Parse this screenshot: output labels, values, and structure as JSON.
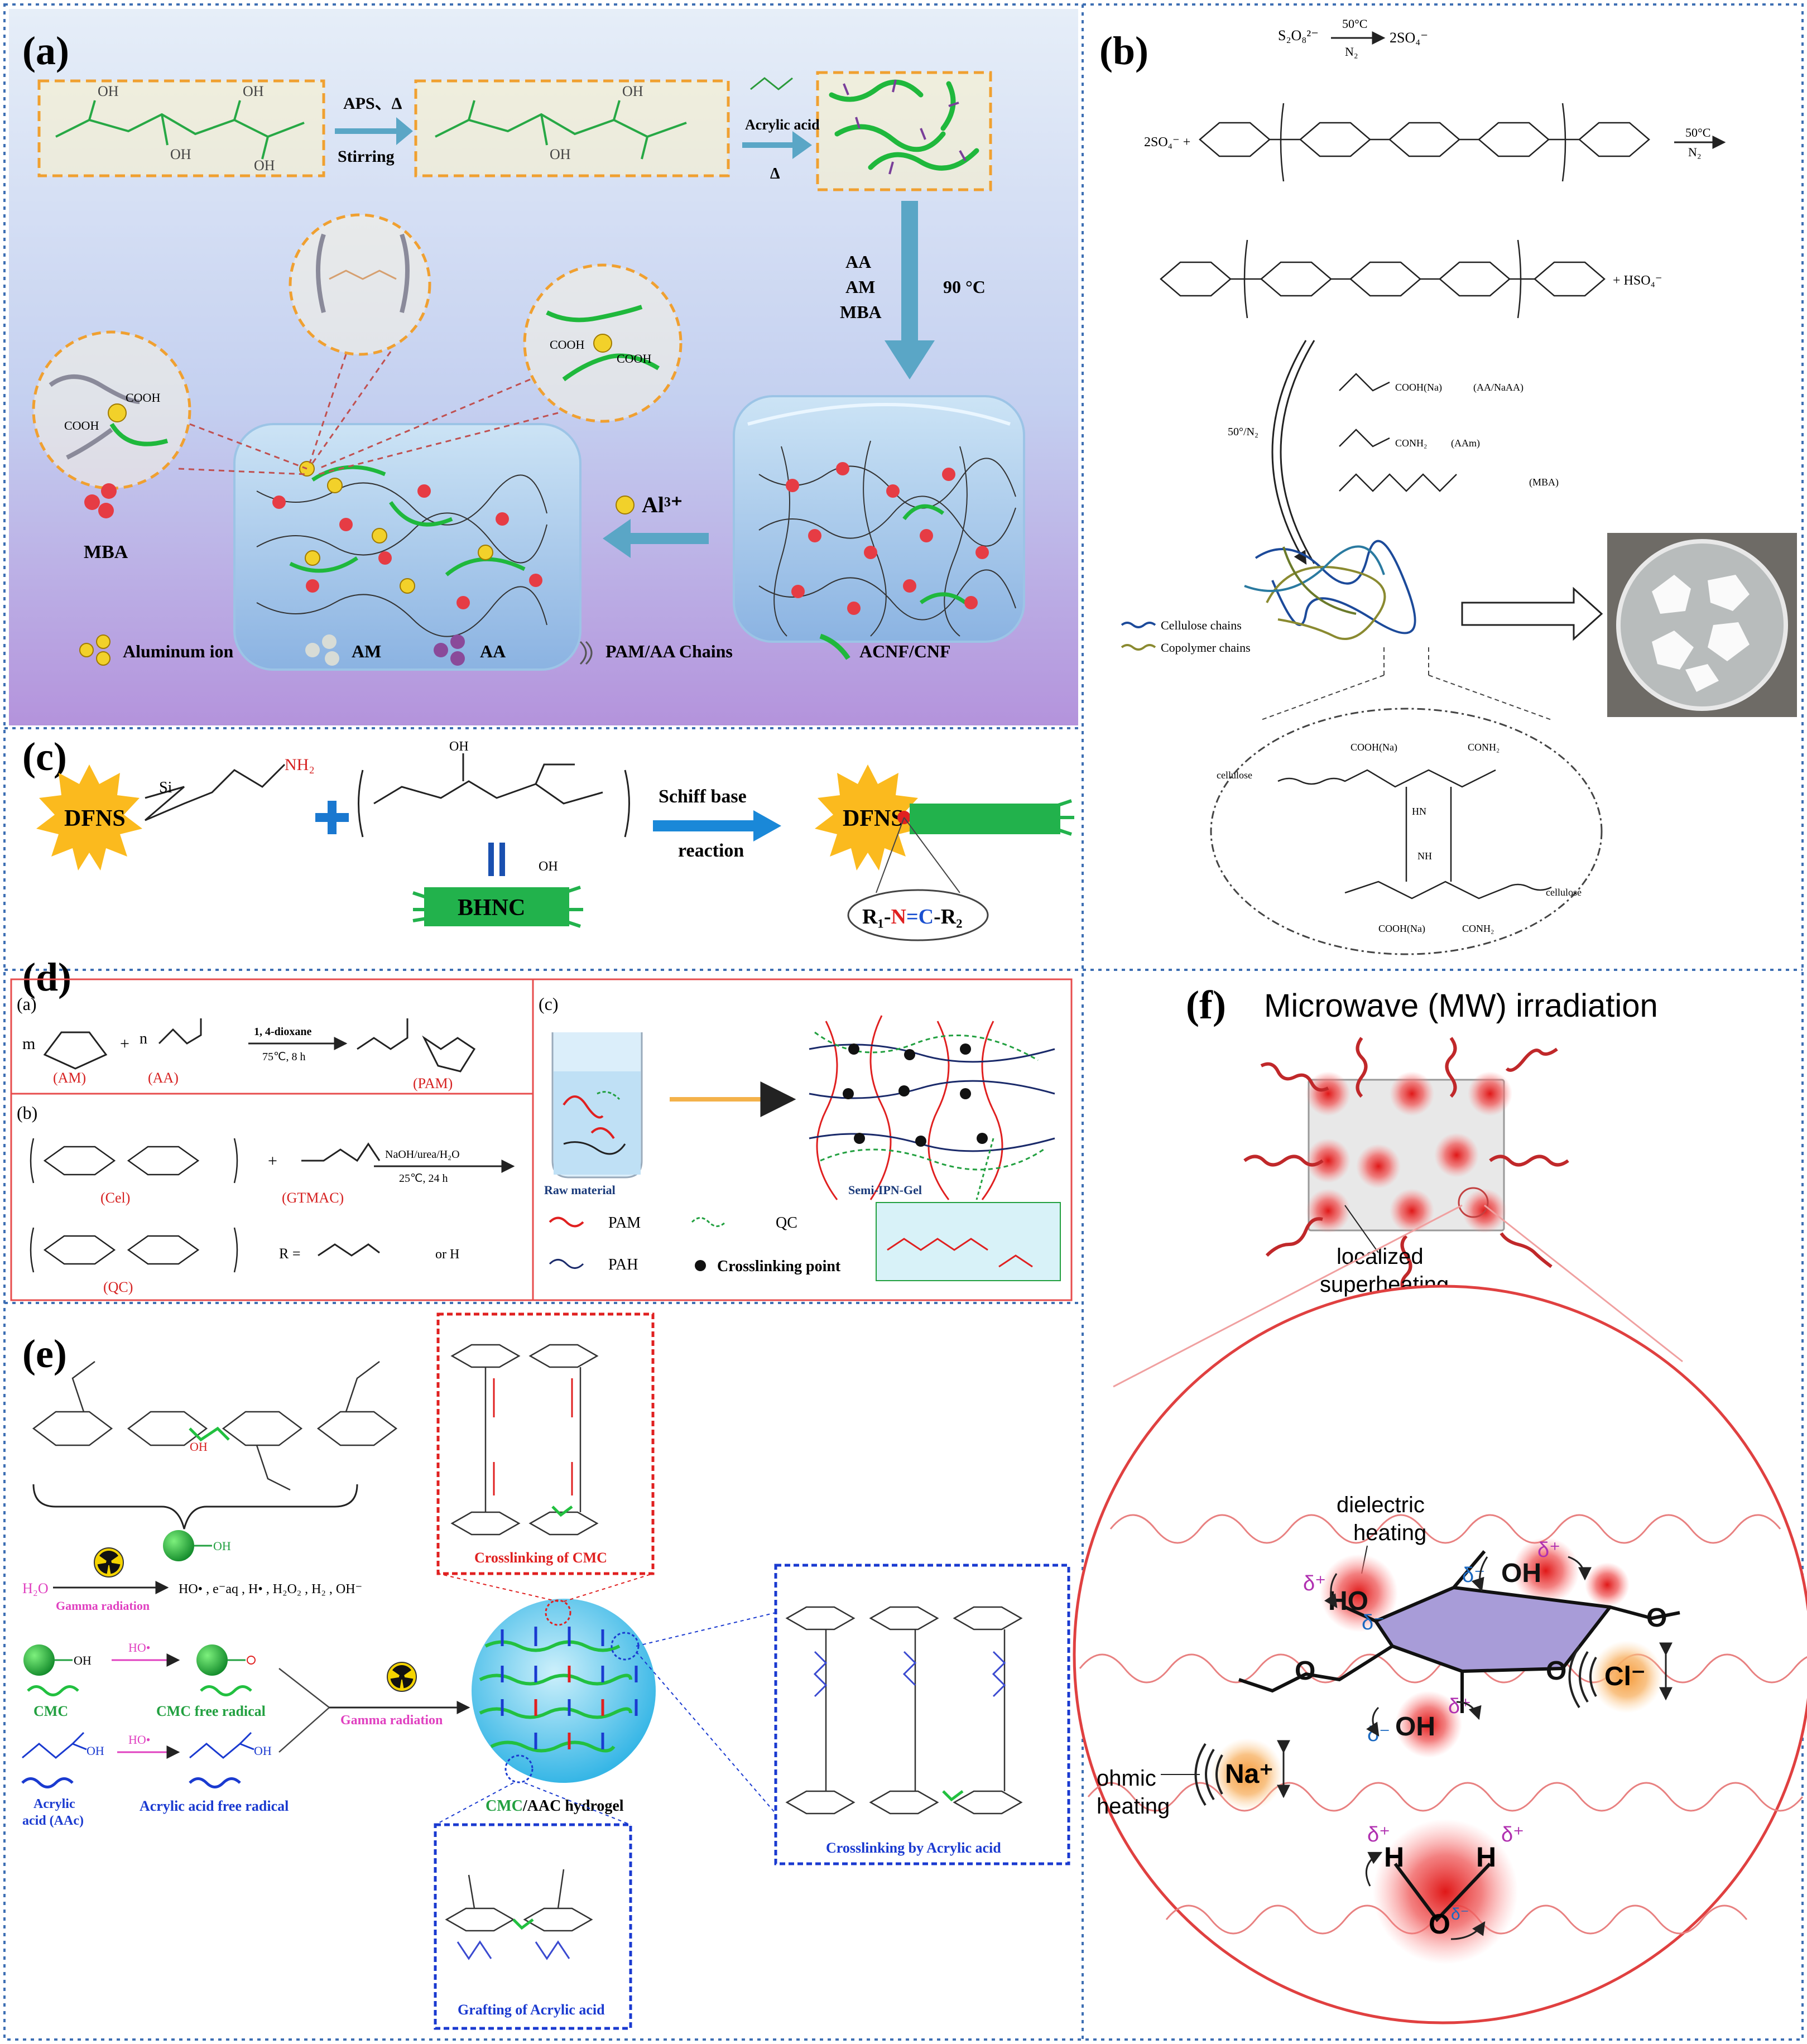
{
  "panel_labels": {
    "a": "(a)",
    "b": "(b)",
    "c": "(c)",
    "d": "(d)",
    "e": "(e)",
    "f": "(f)"
  },
  "panel_a": {
    "step1": "APS、Δ",
    "step2": "Stirring",
    "step3": "Acrylic acid",
    "step4": "Δ",
    "reagents": [
      "AA",
      "AM",
      "MBA"
    ],
    "temp": "90 °C",
    "ion": "Al³⁺",
    "cooh": "COOH",
    "mba_label": "MBA",
    "legend": [
      "Aluminum ion",
      "AM",
      "AA",
      "PAM/AA Chains",
      "ACNF/CNF"
    ]
  },
  "panel_b": {
    "initiator": "S₂O₈²⁻",
    "radical": "2SO₄⁻",
    "cond_top": "50°C",
    "cond_bot": "N₂",
    "so4": "2SO₄⁻ +",
    "hso4": "+ HSO₄⁻",
    "cond2": "50°/N₂",
    "monomers": [
      "COOH(Na)",
      "CONH₂"
    ],
    "monomer_names": [
      "(AA/NaAA)",
      "(AAm)",
      "(MBA)"
    ],
    "legend": [
      "Cellulose chains",
      "Copolymer chains"
    ],
    "net_labels": [
      "cellulose",
      "cellulose",
      "COOH(Na)",
      "CONH₂",
      "HN",
      "NH",
      "COOH(Na)",
      "CONH₂"
    ]
  },
  "panel_c": {
    "dfns": "DFNS",
    "nh2": "NH₂",
    "si": "Si",
    "oh": "OH",
    "reaction": [
      "Schiff base",
      "reaction"
    ],
    "bhnc": "BHNC",
    "r1": "R₁-",
    "n": "N",
    "eq": "=",
    "c": "C",
    "r2": "-R₂"
  },
  "panel_d": {
    "sub_a": "(a)",
    "sub_b": "(b)",
    "sub_c": "(c)",
    "am": "(AM)",
    "aa": "(AA)",
    "pam": "(PAM)",
    "cond1": "1, 4-dioxane",
    "cond2": "75℃, 8 h",
    "cel": "(Cel)",
    "gtmac": "(GTMAC)",
    "cond3": "NaOH/urea/H₂O",
    "cond4": "25℃, 24 h",
    "qc": "(QC)",
    "r_def": "R =",
    "or_h": "or   H",
    "raw": "Raw material",
    "gel": "Semi-IPN-Gel",
    "legend": [
      "PAM",
      "QC",
      "PAH",
      "Crosslinking point"
    ],
    "m": "m",
    "n": "n",
    "plus": "+"
  },
  "panel_e": {
    "h2o": "H₂O",
    "gamma": "Gamma radiation",
    "products": "HO•  ,  e⁻aq  ,  H•  ,  H₂O₂  ,   H₂  , OH⁻",
    "oh": "OH",
    "ho": "HO•",
    "cmc": "CMC",
    "cmc_radical": "CMC free radical",
    "aac": [
      "Acrylic",
      "acid (AAc)"
    ],
    "aac_radical": "Acrylic acid free radical",
    "gamma2": "Gamma radiation",
    "cmc_aac": "CMC",
    "hydrogel": "/AAC hydrogel",
    "box1": "Crosslinking of CMC",
    "box2": "Crosslinking by Acrylic acid",
    "box3": "Grafting of Acrylic acid"
  },
  "panel_f": {
    "title": "Microwave (MW) irradiation",
    "localized": [
      "localized",
      "superheating"
    ],
    "dielectric": [
      "dielectric",
      "heating"
    ],
    "ohmic": [
      "ohmic",
      "heating"
    ],
    "na": "Na⁺",
    "cl": "Cl⁻",
    "oh": "OH",
    "ho": "HO",
    "o": "O",
    "h": "H",
    "delta_p": "δ⁺",
    "delta_m": "δ⁻"
  },
  "colors": {
    "divider": "#3e6fb3",
    "red_box": "#e74c4c",
    "blue_box": "#2a3aa8",
    "orange": "#f0a030",
    "green": "#22b24c",
    "wave": "#e06a6a"
  }
}
